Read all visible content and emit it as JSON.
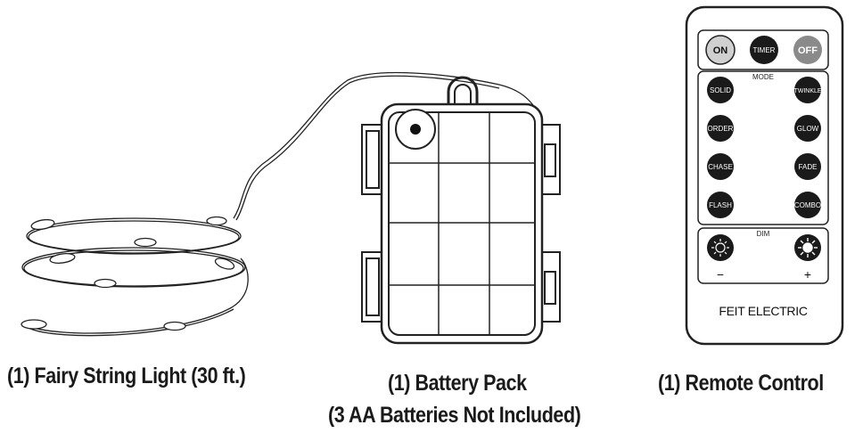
{
  "captions": {
    "fairy": "(1) Fairy String Light (30 ft.)",
    "battery_line1": "(1) Battery Pack",
    "battery_line2": "(3 AA Batteries Not Included)",
    "remote": "(1) Remote Control"
  },
  "remote": {
    "top_buttons": [
      "ON",
      "TIMER",
      "OFF"
    ],
    "mode_label": "MODE",
    "mode_buttons_left": [
      "SOLID",
      "ORDER",
      "CHASE",
      "FLASH"
    ],
    "mode_buttons_right": [
      "TWINKLE",
      "GLOW",
      "FADE",
      "COMBO"
    ],
    "dim_label": "DIM",
    "dim_minus": "−",
    "dim_plus": "+",
    "brand": "FEIT ELECTRIC"
  }
}
